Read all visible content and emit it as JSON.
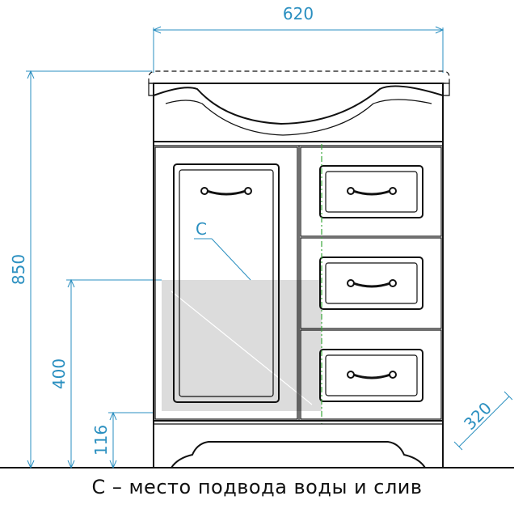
{
  "dimensions": {
    "width": "620",
    "height": "850",
    "connection_height": "400",
    "plinth_height": "116",
    "depth": "320"
  },
  "zone_label": "C",
  "caption": "С – место подвода воды и слив",
  "colors": {
    "outline": "#111111",
    "dimension": "#2a8fc0",
    "zone_fill": "#d6d6d6",
    "centerline": "#3aa63a"
  },
  "icons": [
    "drawer-handle-icon"
  ]
}
